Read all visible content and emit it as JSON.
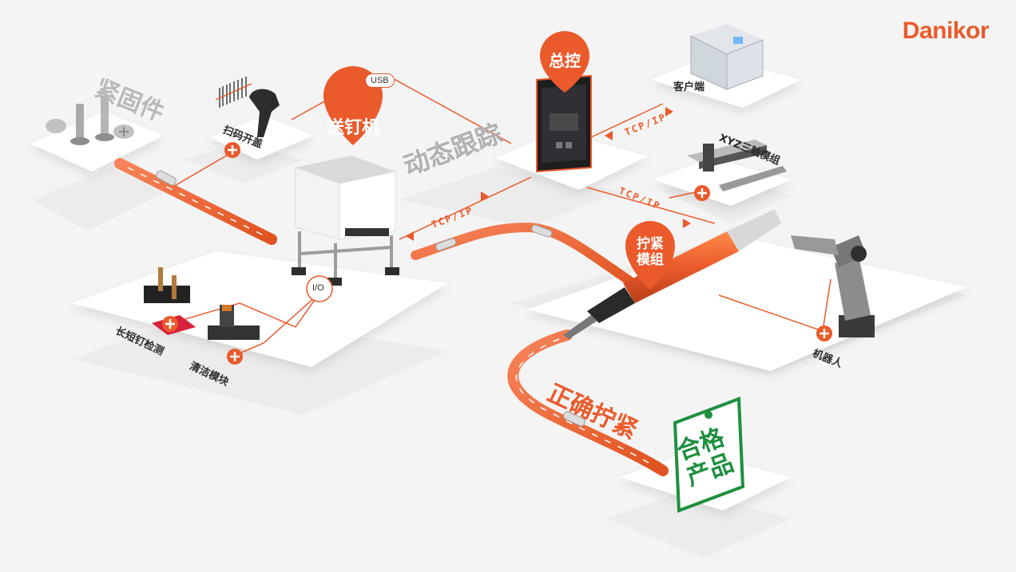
{
  "brand": {
    "logo": "Danikor",
    "accent": "#ea5a2b",
    "green": "#1e8f3f"
  },
  "labels": {
    "fasteners": "紧固件",
    "barcode": "扫码开盖",
    "feeder": "送钉机",
    "dynamic": "动态跟踪",
    "control": "总控",
    "client": "客户端",
    "xyz": "XYZ三轴模组",
    "tighten_line1": "拧紧",
    "tighten_line2": "模组",
    "length_check": "长短钉检测",
    "cleaning": "清洁模块",
    "robot": "机器人",
    "correct": "正确拧紧",
    "qualified_line1": "合格",
    "qualified_line2": "产品"
  },
  "connections": {
    "usb": "USB",
    "io": "I/O",
    "tcp_client": "TCP/IP",
    "tcp_feeder": "TCP/IP",
    "tcp_tighten": "TCP/IP"
  },
  "icons": [
    "plus-icon",
    "location-pin-icon",
    "arrow-left-icon",
    "arrow-right-icon"
  ]
}
